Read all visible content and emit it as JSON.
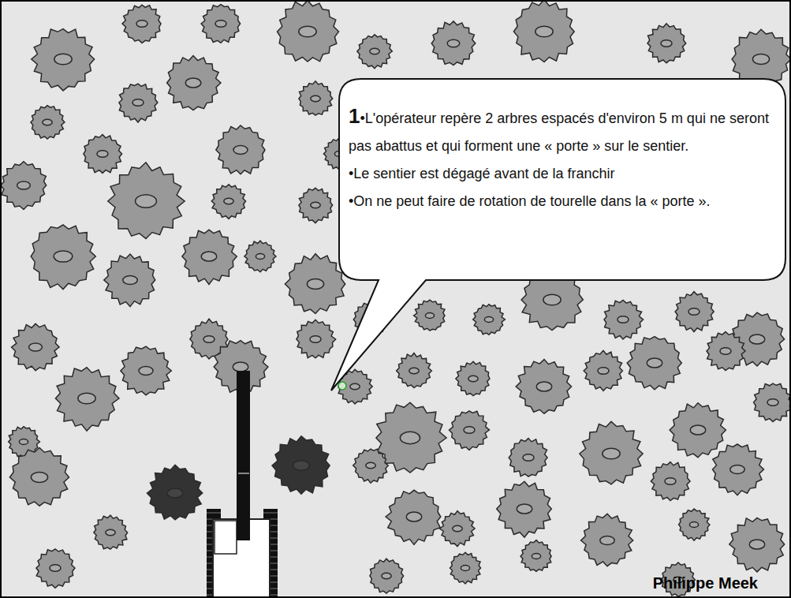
{
  "diagram": {
    "nodes": [
      {
        "text": [
          "1",
          "•L'opérateur repère 2 arbres espacés d'environ 5 m qui ne seront pas abattus et qui forment une « porte » sur le sentier.",
          "•Le sentier est dégagé avant de la franchir",
          "•On ne peut faire de rotation de tourelle dans la « porte »."
        ]
      }
    ],
    "labels": [
      "Philippe Meek"
    ]
  }
}
